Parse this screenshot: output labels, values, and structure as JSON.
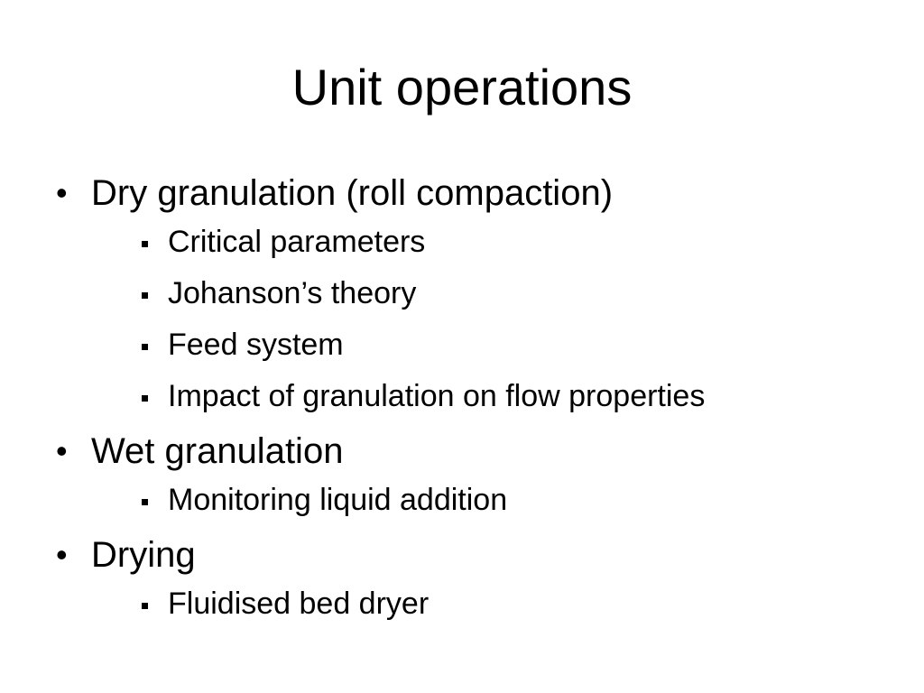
{
  "slide": {
    "title": "Unit operations",
    "items": [
      {
        "label": "Dry granulation (roll compaction)",
        "subitems": [
          "Critical parameters",
          "Johanson’s theory",
          "Feed system",
          "Impact of granulation on flow properties"
        ]
      },
      {
        "label": "Wet granulation",
        "subitems": [
          "Monitoring liquid addition"
        ]
      },
      {
        "label": "Drying",
        "subitems": [
          "Fluidised bed dryer"
        ]
      }
    ]
  }
}
